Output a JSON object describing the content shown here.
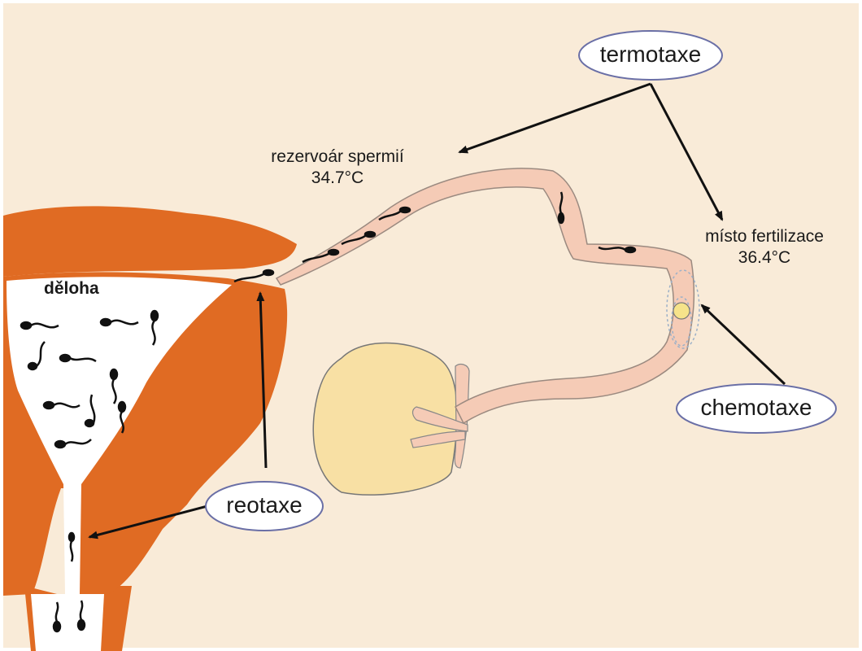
{
  "colors": {
    "background": "#f9ebd8",
    "uterus_wall": "#e06b23",
    "tube": "#f5cbb6",
    "ovary": "#f8e0a4",
    "egg": "#f6e38a",
    "oval_border": "#6a6fa6",
    "arrow": "#111111"
  },
  "labels": {
    "uterus": "děloha",
    "reservoir_name": "rezervoár spermií",
    "reservoir_temp": "34.7°C",
    "fertilization_name": "místo fertilizace",
    "fertilization_temp": "36.4°C"
  },
  "ovals": {
    "thermotaxis": "termotaxe",
    "chemotaxis": "chemotaxe",
    "rheotaxis": "reotaxe"
  },
  "icons": [
    "sperm-icon",
    "egg-icon",
    "arrow-icon"
  ]
}
